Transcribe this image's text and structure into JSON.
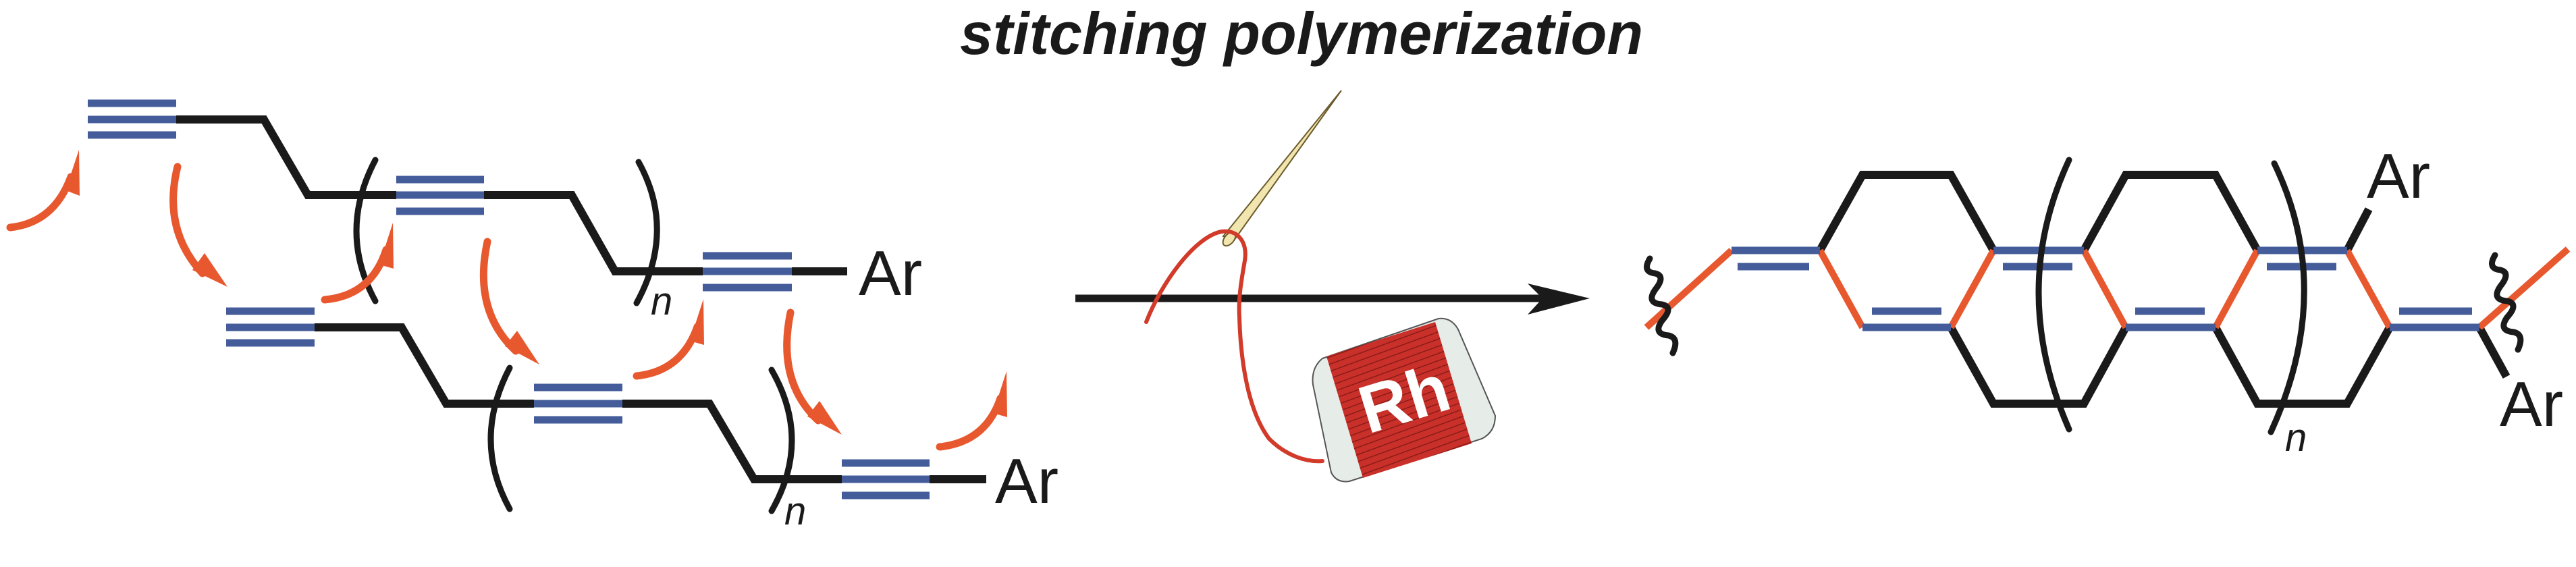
{
  "title": "stitching polymerization",
  "reactant": {
    "upper_chain_end_group": "Ar",
    "lower_chain_end_group": "Ar",
    "upper_repeat_subscript": "n",
    "lower_repeat_subscript": "n"
  },
  "catalyst": {
    "spool_label": "Rh"
  },
  "product": {
    "upper_substituent": "Ar",
    "lower_substituent": "Ar",
    "repeat_subscript": "n"
  },
  "colors": {
    "alkyne": "#445c9a",
    "new_bond": "#e8582f",
    "thread": "#d23a2a",
    "bond": "#1a1a1a"
  }
}
